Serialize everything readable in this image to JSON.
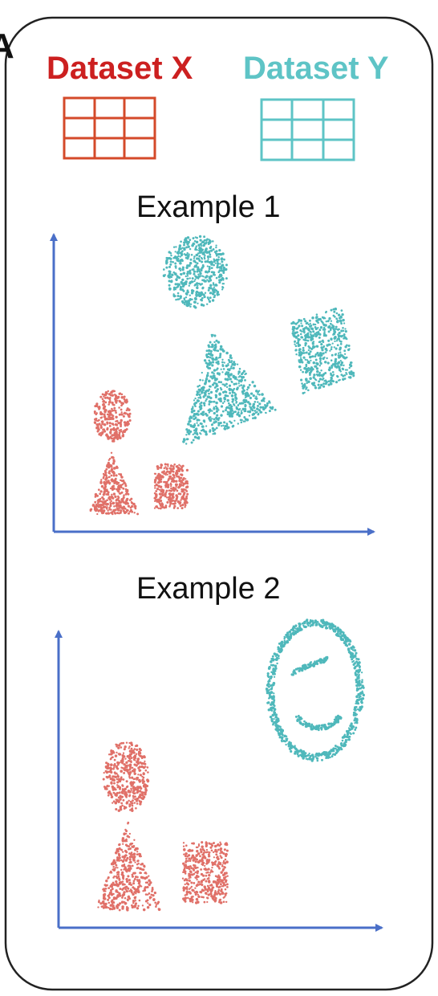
{
  "panel_label": "A",
  "datasets": [
    {
      "label": "Dataset X",
      "color": "#cc2020",
      "grid_color": "#d44a2a"
    },
    {
      "label": "Dataset Y",
      "color": "#5ec4c6",
      "grid_color": "#5ec4c6"
    }
  ],
  "examples": [
    {
      "title": "Example 1",
      "shapes": [
        {
          "kind": "circle",
          "dataset": "Y"
        },
        {
          "kind": "triangle",
          "dataset": "Y"
        },
        {
          "kind": "square",
          "dataset": "Y"
        },
        {
          "kind": "circle",
          "dataset": "X"
        },
        {
          "kind": "triangle",
          "dataset": "X"
        },
        {
          "kind": "square",
          "dataset": "X"
        }
      ]
    },
    {
      "title": "Example 2",
      "shapes": [
        {
          "kind": "smiley",
          "dataset": "Y"
        },
        {
          "kind": "circle",
          "dataset": "X"
        },
        {
          "kind": "triangle",
          "dataset": "X"
        },
        {
          "kind": "square",
          "dataset": "X"
        }
      ]
    }
  ],
  "colors": {
    "axis": "#4a6fc8",
    "frame": "#222222",
    "point_x": "#e07068",
    "point_y": "#4fb8bb"
  }
}
